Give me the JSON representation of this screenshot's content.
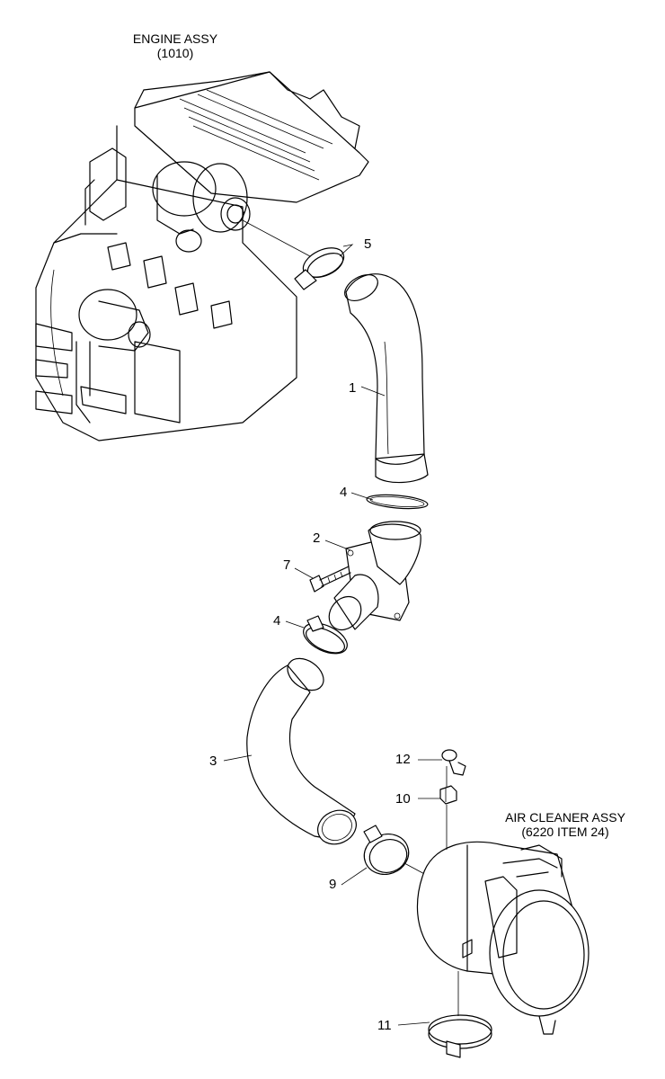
{
  "callouts": {
    "engine_assy": {
      "title": "ENGINE ASSY",
      "ref": "(1010)"
    },
    "air_cleaner_assy": {
      "title": "AIR CLEANER ASSY",
      "ref": "(6220 ITEM 24)"
    }
  },
  "part_numbers": {
    "p1": "1",
    "p2": "2",
    "p3": "3",
    "p4_upper": "4",
    "p4_lower": "4",
    "p5": "5",
    "p7": "7",
    "p9": "9",
    "p10": "10",
    "p11": "11",
    "p12": "12"
  }
}
